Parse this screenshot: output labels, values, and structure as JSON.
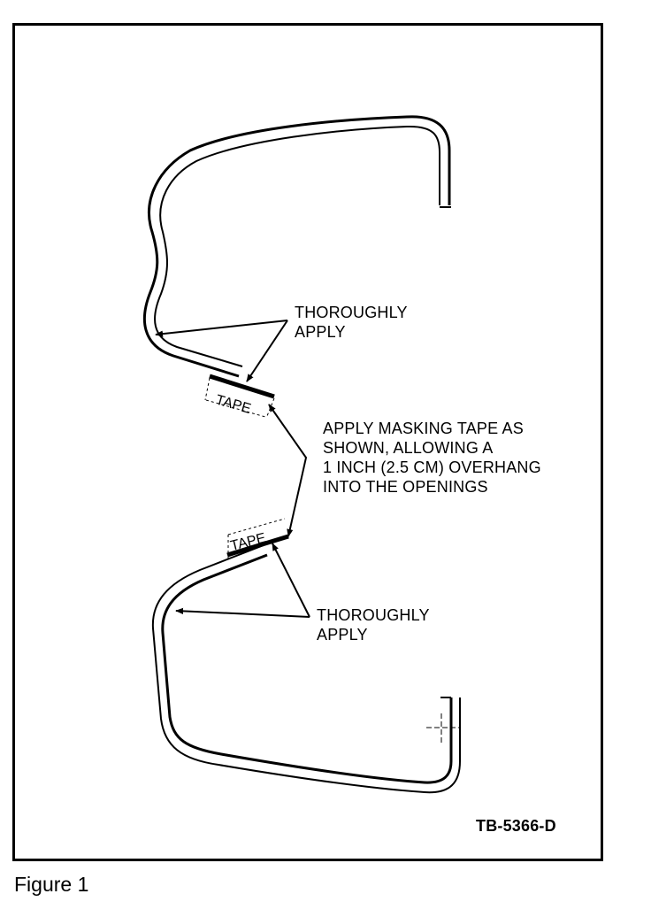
{
  "figure": {
    "caption": "Figure 1",
    "id_code": "TB-5366-D"
  },
  "labels": {
    "thoroughly_apply_upper_line1": "THOROUGHLY",
    "thoroughly_apply_upper_line2": "APPLY",
    "thoroughly_apply_lower_line1": "THOROUGHLY",
    "thoroughly_apply_lower_line2": "APPLY",
    "masking_note": [
      "APPLY MASKING TAPE AS",
      "SHOWN, ALLOWING A",
      "1 INCH (2.5 CM) OVERHANG",
      "INTO THE OPENINGS"
    ],
    "tape_upper": "TAPE",
    "tape_lower": "TAPE"
  }
}
